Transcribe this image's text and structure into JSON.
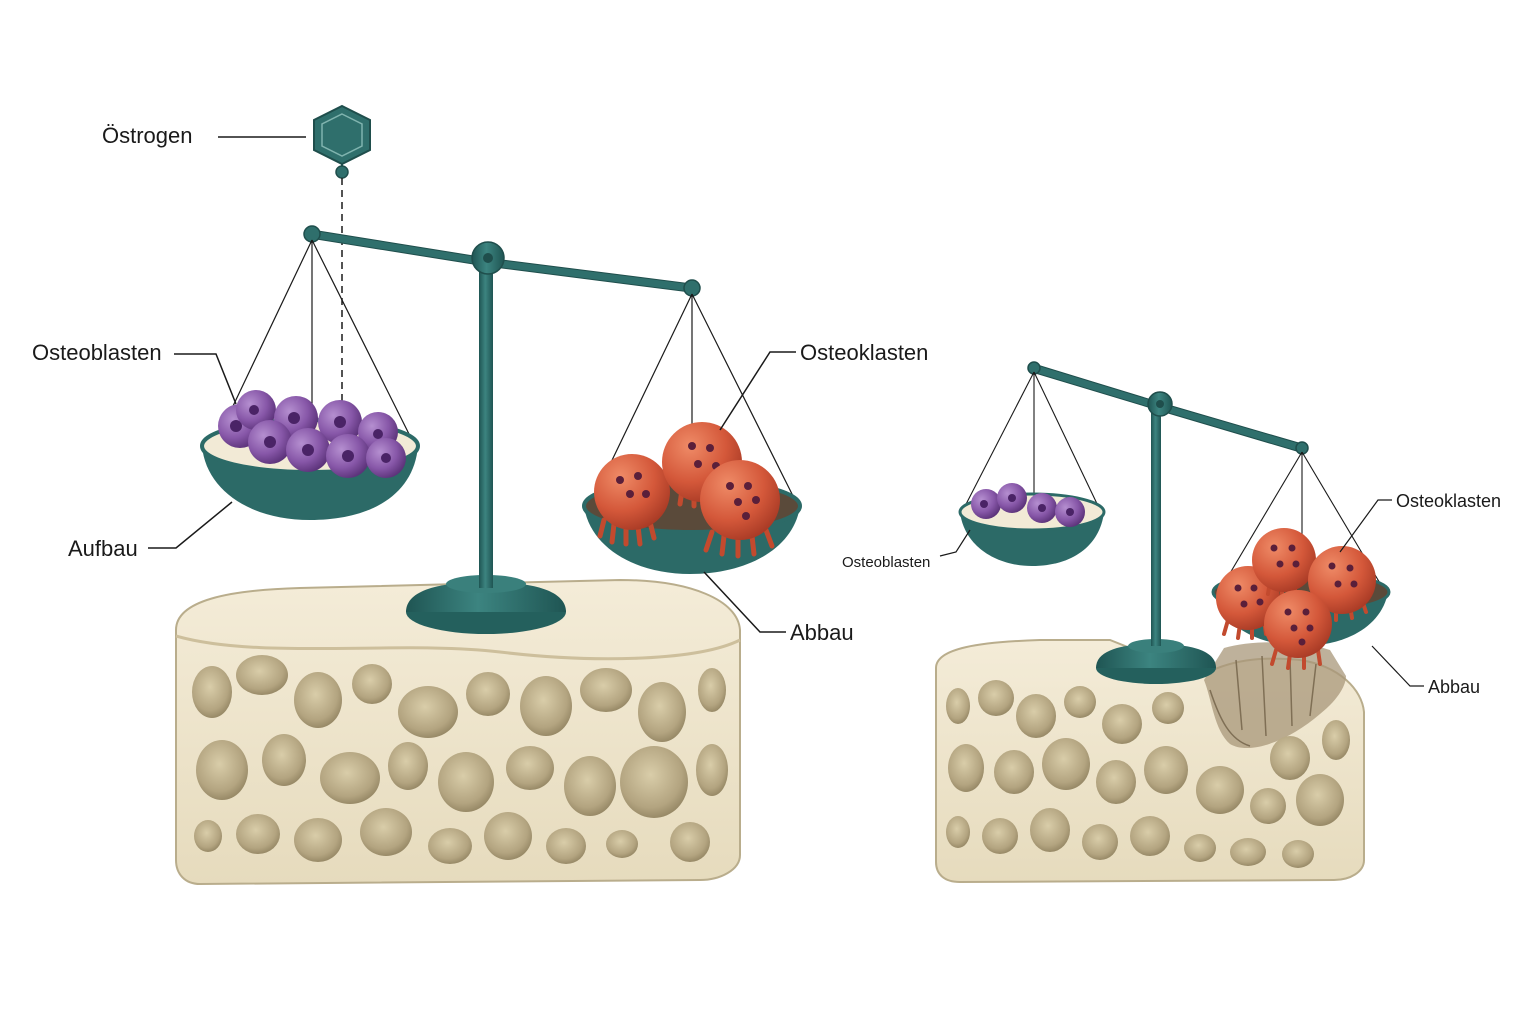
{
  "colors": {
    "scale_teal": "#2f6f6c",
    "scale_teal_dark": "#1f4e4c",
    "osteoblast_purple": "#7a4a9a",
    "osteoblast_nucleus": "#4a2366",
    "osteoclast_orange": "#d2583a",
    "osteoclast_nucleus": "#5a1f3a",
    "bone_cream": "#efe6cf",
    "bone_shadow": "#cbbf9c",
    "bone_pore": "#b6a987"
  },
  "left_panel": {
    "estrogen_label": "Östrogen",
    "osteoblasts_label": "Osteoblasten",
    "buildup_label": "Aufbau",
    "osteoclasts_label": "Osteoklasten",
    "breakdown_label": "Abbau"
  },
  "right_panel": {
    "osteoblasts_label": "Osteoblasten",
    "osteoclasts_label": "Osteoklasten",
    "breakdown_label": "Abbau"
  },
  "icons": [
    "estrogen-hexagon-icon",
    "balance-scale-icon",
    "bone-block-icon"
  ]
}
